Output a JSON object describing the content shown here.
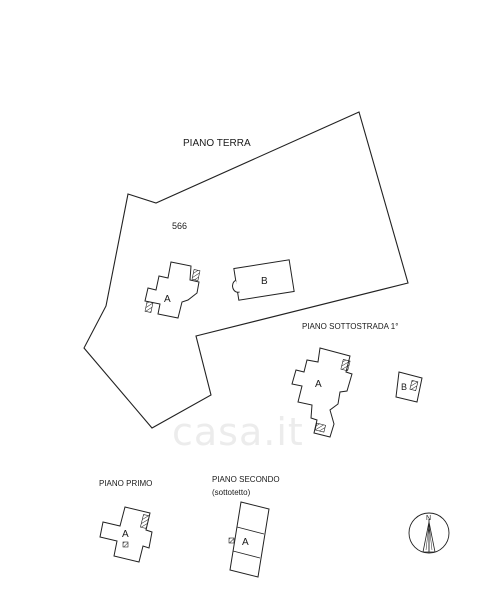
{
  "labels": {
    "ground_floor": "PIANO TERRA",
    "parcel_number": "566",
    "basement_floor": "PIANO SOTTOSTRADA 1°",
    "first_floor": "PIANO PRIMO",
    "second_floor": "PIANO SECONDO",
    "second_floor_note": "(sottotetto)"
  },
  "buildings": {
    "a": "A",
    "b": "B"
  },
  "compass": {
    "north": "N"
  },
  "watermark": "casa.it",
  "colors": {
    "line": "#222222",
    "background": "#ffffff"
  }
}
